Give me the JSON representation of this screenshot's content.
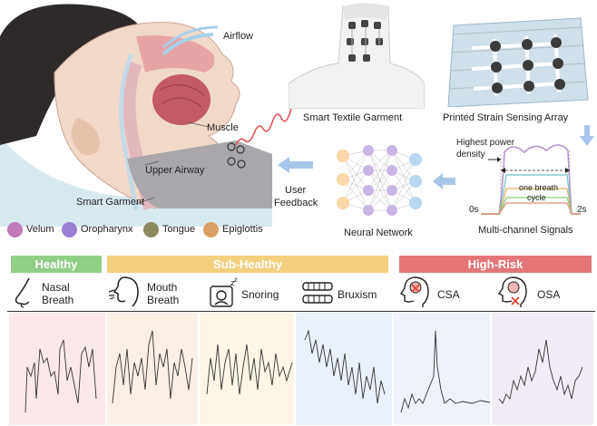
{
  "top": {
    "airflow": "Airflow",
    "muscle": "Muscle",
    "upper_airway": "Upper Airway",
    "smart_garment": "Smart Garment",
    "smart_textile_garment": "Smart Textile Garment",
    "printed_array": "Printed Strain Sensing Array",
    "highest_power": "Highest power",
    "density": "density",
    "one_breath": "one breath",
    "cycle": "cycle",
    "t0": "0s",
    "t2": "2s",
    "multi_channel": "Multi-channel Signals",
    "neural_network": "Neural Network",
    "user": "User",
    "feedback": "Feedback"
  },
  "legend": [
    {
      "label": "Velum",
      "color": "#c27ab8"
    },
    {
      "label": "Oropharynx",
      "color": "#9b7fd4"
    },
    {
      "label": "Tongue",
      "color": "#8d8a62"
    },
    {
      "label": "Epiglottis",
      "color": "#d9a066"
    }
  ],
  "categories": [
    {
      "label": "Healthy",
      "color": "#8fcf86"
    },
    {
      "label": "Sub-Healthy",
      "color": "#f4cf7d"
    },
    {
      "label": "High-Risk",
      "color": "#e4767a"
    }
  ],
  "conditions": [
    {
      "line1": "Nasal",
      "line2": "Breath",
      "icon": "nose-icon"
    },
    {
      "line1": "Mouth",
      "line2": "Breath",
      "icon": "head-mouth-icon"
    },
    {
      "line1": "Snoring",
      "line2": "",
      "icon": "snoring-icon"
    },
    {
      "line1": "Bruxism",
      "line2": "",
      "icon": "teeth-icon"
    },
    {
      "line1": "CSA",
      "line2": "",
      "icon": "brain-head-icon"
    },
    {
      "line1": "OSA",
      "line2": "",
      "icon": "brain-head-icon"
    }
  ],
  "colors": {
    "healthy_bg": "#fbe9ea",
    "mouth_bg": "#fcefe6",
    "snore_bg": "#fdf6e6",
    "brux_bg": "#eaf1fa",
    "csa_bg": "#eef3fb",
    "osa_bg": "#f2ecf7",
    "arrow": "#7fa9dd"
  }
}
